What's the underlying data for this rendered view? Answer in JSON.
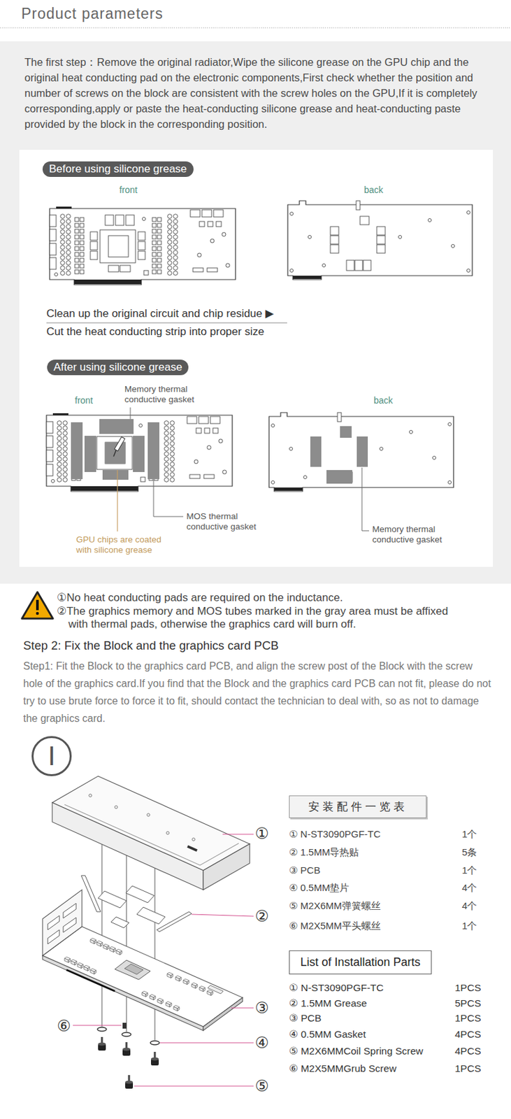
{
  "diagram": {
    "title": "Product parameters",
    "nodes": [
      {
        "text": [
          "The first step：Remove the original radiator,Wipe the silicone grease on the GPU chip and the original heat conducting pad on the electronic components,First check whether the position and number of screws on the block are consistent with the screw holes on the GPU,If it is completely corresponding,apply or paste the heat-conducting silicone grease and heat-conducting paste provided by the block in the corresponding position."
        ]
      },
      {
        "text": [
          "Before using silicone grease"
        ],
        "in": 0
      },
      {
        "text": [
          "After using silicone grease"
        ],
        "in": 0
      },
      {
        "text": [
          "I"
        ]
      },
      {
        "text": [
          "安装配件一览表"
        ]
      },
      {
        "text": [
          "List of Installation Parts"
        ]
      }
    ],
    "labels": [
      "front",
      "back",
      "Clean up the original circuit and chip residue ▶",
      "Cut the heat conducting strip into proper size",
      "front",
      "Memory thermal conductive gasket",
      "back",
      "MOS thermal conductive gasket",
      "GPU chips are coated with silicone grease",
      "Memory thermal conductive gasket",
      "①No heat conducting pads are required on the inductance.",
      "②The graphics memory and MOS tubes marked in the gray area must be affixed with thermal pads, otherwise the graphics card will burn off.",
      "Step 2: Fix the Block and the graphics card PCB",
      "Step1: Fit the Block to the graphics card PCB, and align the screw post of the Block with the screw hole of the graphics card.If you find that the Block and the graphics card PCB can not fit, please do not try to use brute force to force it to fit, should contact the technician to deal with, so as not to damage the graphics card.",
      "①",
      "②",
      "③",
      "④",
      "⑤",
      "⑥",
      "① N-ST3090PGF-TC",
      "1个",
      "② 1.5MM导热贴",
      "5条",
      "③ PCB",
      "1个",
      "④ 0.5MM垫片",
      "4个",
      "⑤ M2X6MM弹簧螺丝",
      "4个",
      "⑥ M2X5MM平头螺丝",
      "1个",
      "① N-ST3090PGF-TC",
      "1PCS",
      "② 1.5MM Grease",
      "5PCS",
      "③ PCB",
      "1PCS",
      "④ 0.5MM Gasket",
      "4PCS",
      "⑤ M2X6MMCoil Spring Screw",
      "4PCS",
      "⑥ M2X5MMGrub Screw",
      "1PCS"
    ]
  }
}
